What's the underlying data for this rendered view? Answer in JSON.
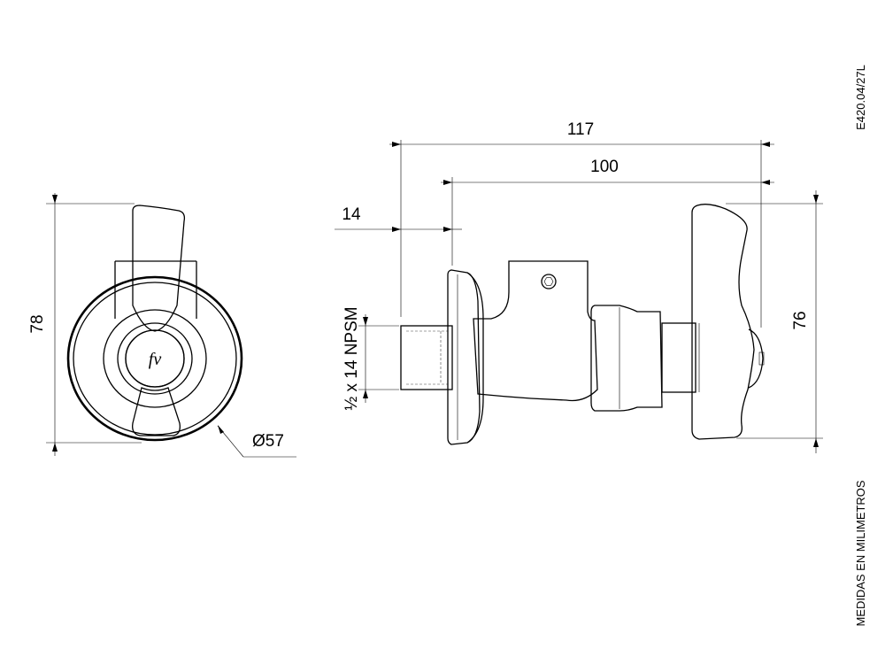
{
  "drawing_code": "E420.04/27L",
  "units_note": "MEDIDAS EN MILIMETROS",
  "logo_text": "fv",
  "dimensions": {
    "height_front": "78",
    "diameter_rosette": "Ø57",
    "overall_length": "117",
    "length_from_wall": "100",
    "thread_length": "14",
    "height_handle": "76",
    "thread_spec": "½ x 14 NPSM"
  }
}
